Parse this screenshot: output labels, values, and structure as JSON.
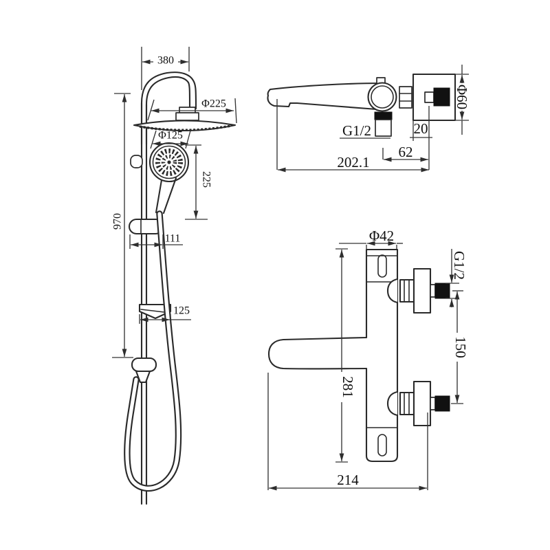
{
  "drawing": {
    "background": "#ffffff",
    "line_color": "#2a2a2a",
    "shower_column": {
      "name": "shower column with rain head and hand shower",
      "dims": {
        "arm_width": "380",
        "head_diameter": "Φ225",
        "hand_shower_diameter": "Φ125",
        "hand_shower_drop": "225",
        "column_height": "970",
        "bracket_offset": "111",
        "soap_dish_width": "125"
      }
    },
    "spout_side": {
      "name": "bath spout side view",
      "dims": {
        "outlet_thread": "G1/2",
        "plate_depth": "20",
        "plate_diameter": "Φ60",
        "outlet_to_wall": "62",
        "total_length": "202.1"
      }
    },
    "mixer_front": {
      "name": "thermostatic mixer front view",
      "dims": {
        "body_diameter": "Φ42",
        "inlet_thread": "G1/2",
        "connection_spacing": "150",
        "total_height": "281",
        "total_width": "214"
      }
    }
  }
}
